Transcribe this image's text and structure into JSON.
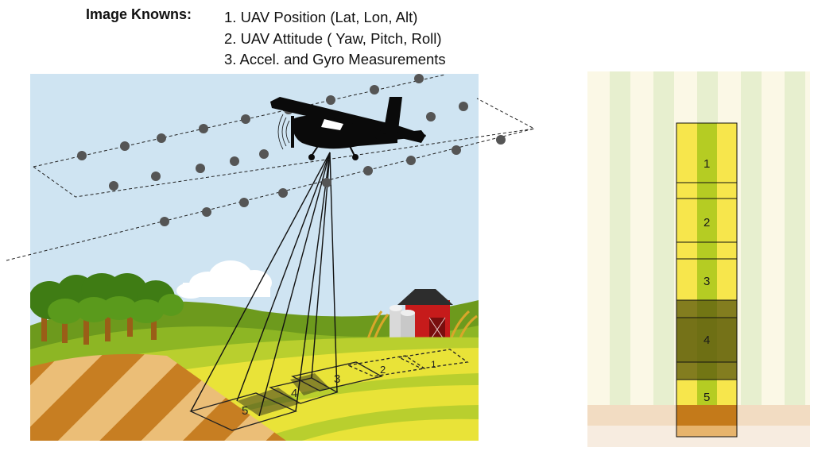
{
  "header": {
    "title": "Image Knowns:",
    "items": [
      "1. UAV Position (Lat, Lon, Alt)",
      "2. UAV Attitude ( Yaw, Pitch, Roll)",
      "3. Accel. and Gyro Measurements"
    ]
  },
  "footprints": [
    "1",
    "2",
    "3",
    "4",
    "5"
  ],
  "strip_frames": [
    "1",
    "2",
    "3",
    "4",
    "5"
  ],
  "colors": {
    "sky": "#cfe4f2",
    "field_yellow": "#f1e63a",
    "field_green": "#b9cf2e",
    "soil_orange": "#c47a1a",
    "soil_light": "#e9b96e",
    "barn_red": "#c61b1b",
    "frame_yellow": "#f7e64c",
    "frame_green": "#b5cc23",
    "frame_dark": "#5a5a10"
  }
}
